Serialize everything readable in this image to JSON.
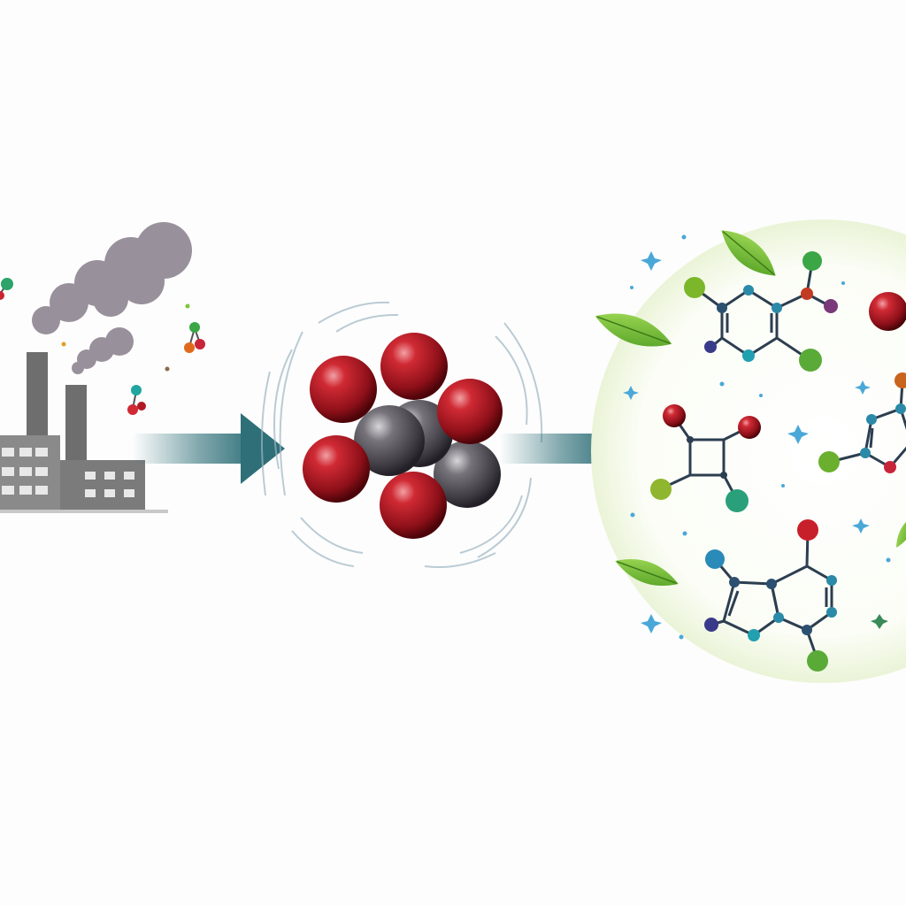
{
  "diagram": {
    "stages": [
      {
        "id": "factory",
        "icon": "factory-icon",
        "text": ""
      },
      {
        "id": "co2-cluster",
        "icon": "molecule-cluster-icon",
        "text": ""
      },
      {
        "id": "green-products",
        "icon": "green-chemistry-icon",
        "text": ""
      }
    ],
    "arrows": [
      {
        "from": "factory",
        "to": "co2-cluster"
      },
      {
        "from": "co2-cluster",
        "to": "green-products"
      }
    ]
  },
  "colors": {
    "arrow": "#2e6f78",
    "smoke": "#8e8590",
    "factory": "#8a8a8a",
    "atom_red": "#b01a24",
    "atom_gray": "#5a565e",
    "leaf": "#7cc63b",
    "bond": "#2c3e50",
    "green_glow": "#eef6dc"
  }
}
